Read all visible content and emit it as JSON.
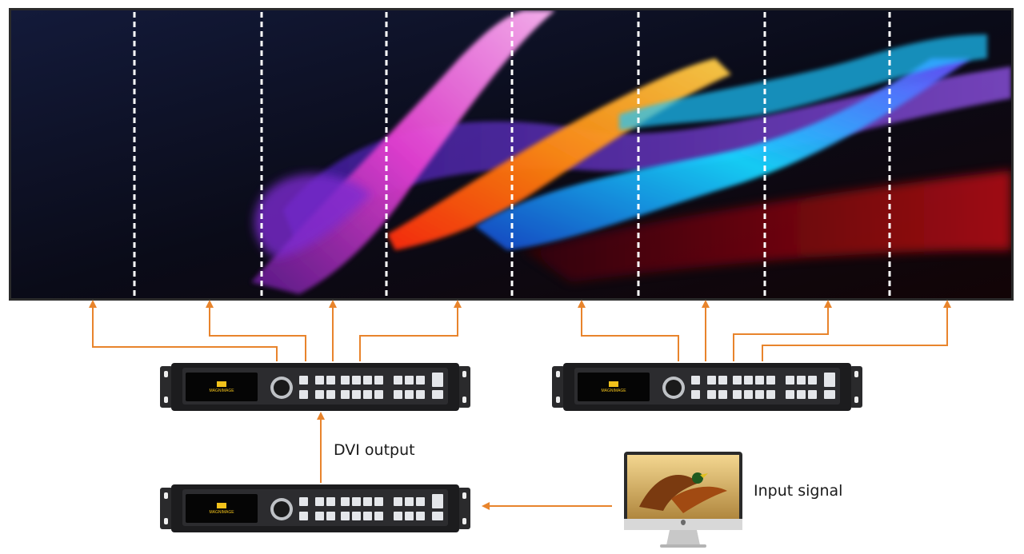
{
  "labels": {
    "dvi_output": "DVI output",
    "input_signal": "Input signal"
  },
  "videowall": {
    "panels": 8,
    "divider_style": "white dashed"
  },
  "devices": [
    {
      "name": "processor-top-left",
      "logo": "MAGNIMAGE"
    },
    {
      "name": "processor-top-right",
      "logo": "MAGNIMAGE"
    },
    {
      "name": "processor-bottom",
      "logo": "MAGNIMAGE"
    }
  ],
  "colors": {
    "arrow": "#e8842c",
    "device_body": "#1c1c1e",
    "panel_silver": "#c9cbcf"
  },
  "icons": {
    "monitor": "imac-monitor-icon",
    "arrow": "orange-arrow-icon"
  }
}
